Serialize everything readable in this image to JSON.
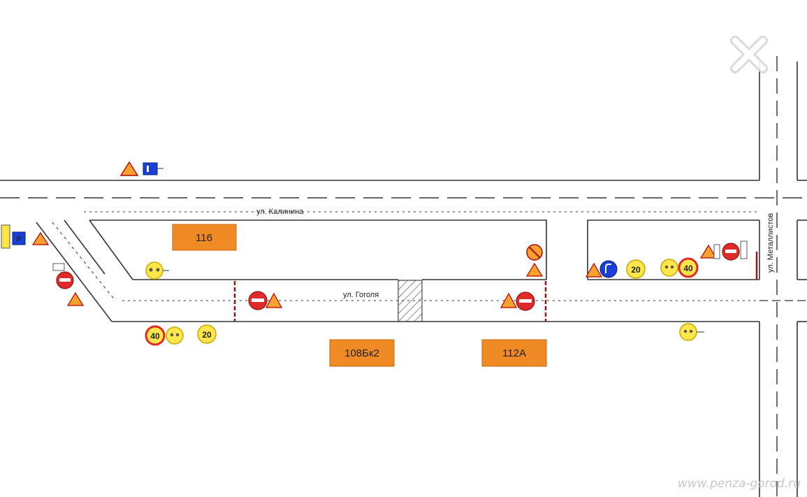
{
  "streets": {
    "kalinina": "ул. Калинина",
    "gogolya": "ул. Гоголя",
    "metallistov": "ул. Металлистов"
  },
  "buildings": [
    "116",
    "108Бк2",
    "112А"
  ],
  "speed_limits": [
    "40",
    "20",
    "20",
    "40"
  ],
  "watermark": "www.penza-gorod.ru",
  "colors": {
    "building": "#f08a24",
    "prohibition_red": "#e02a2a",
    "warning_orange": "#f7a230",
    "sign_yellow": "#ffe64a",
    "info_blue": "#1a3fd6",
    "road_line": "#333333"
  },
  "icons": [
    "close-icon",
    "crosswalk-hatch",
    "no-entry-sign",
    "road-works-sign",
    "speed-limit-sign",
    "end-zone-sign",
    "parking-sign",
    "direction-sign"
  ]
}
